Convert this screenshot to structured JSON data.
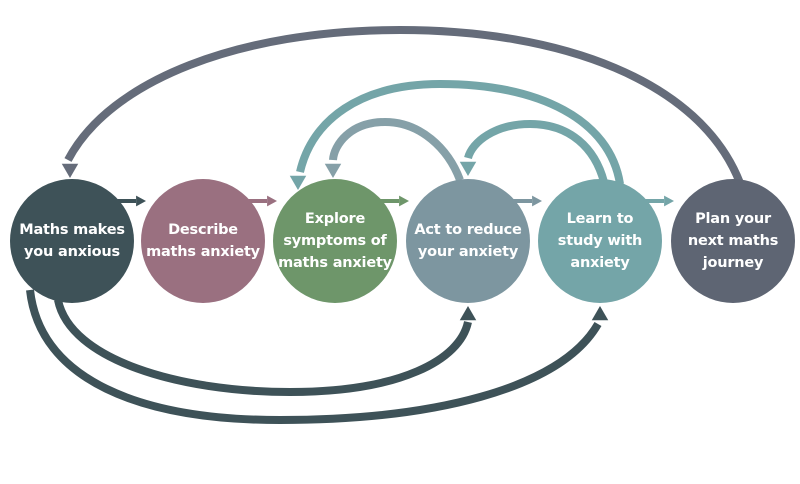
{
  "diagram": {
    "type": "flow-cycle",
    "nodes": [
      {
        "id": "n1",
        "label": "Maths makes\nyou anxious",
        "color": "#3e5258"
      },
      {
        "id": "n2",
        "label": "Describe\nmaths anxiety",
        "color": "#9a7080"
      },
      {
        "id": "n3",
        "label": "Explore\nsymptoms of\nmaths anxiety",
        "color": "#6e966a"
      },
      {
        "id": "n4",
        "label": "Act to reduce\nyour anxiety",
        "color": "#7d96a0"
      },
      {
        "id": "n5",
        "label": "Learn to\nstudy with\nanxiety",
        "color": "#74a5a8"
      },
      {
        "id": "n6",
        "label": "Plan your\nnext maths\njourney",
        "color": "#5e6573"
      }
    ],
    "edges": [
      {
        "from": "n1",
        "to": "n2",
        "kind": "forward",
        "color": "#3e5258"
      },
      {
        "from": "n2",
        "to": "n3",
        "kind": "forward",
        "color": "#9a7080"
      },
      {
        "from": "n3",
        "to": "n4",
        "kind": "forward",
        "color": "#6e966a"
      },
      {
        "from": "n4",
        "to": "n5",
        "kind": "forward",
        "color": "#7d96a0"
      },
      {
        "from": "n5",
        "to": "n6",
        "kind": "forward",
        "color": "#74a5a8"
      },
      {
        "from": "n6",
        "to": "n1",
        "kind": "loop-top",
        "color": "#656c7a"
      },
      {
        "from": "n4",
        "to": "n3",
        "kind": "loop-top",
        "color": "#86a0a8"
      },
      {
        "from": "n5",
        "to": "n4",
        "kind": "loop-top",
        "color": "#74a5a8"
      },
      {
        "from": "n5",
        "to": "n3",
        "kind": "loop-top",
        "color": "#74a5a8"
      },
      {
        "from": "n1",
        "to": "n4",
        "kind": "loop-bottom",
        "color": "#3e5258"
      },
      {
        "from": "n1",
        "to": "n5",
        "kind": "loop-bottom",
        "color": "#3e5258"
      }
    ]
  }
}
